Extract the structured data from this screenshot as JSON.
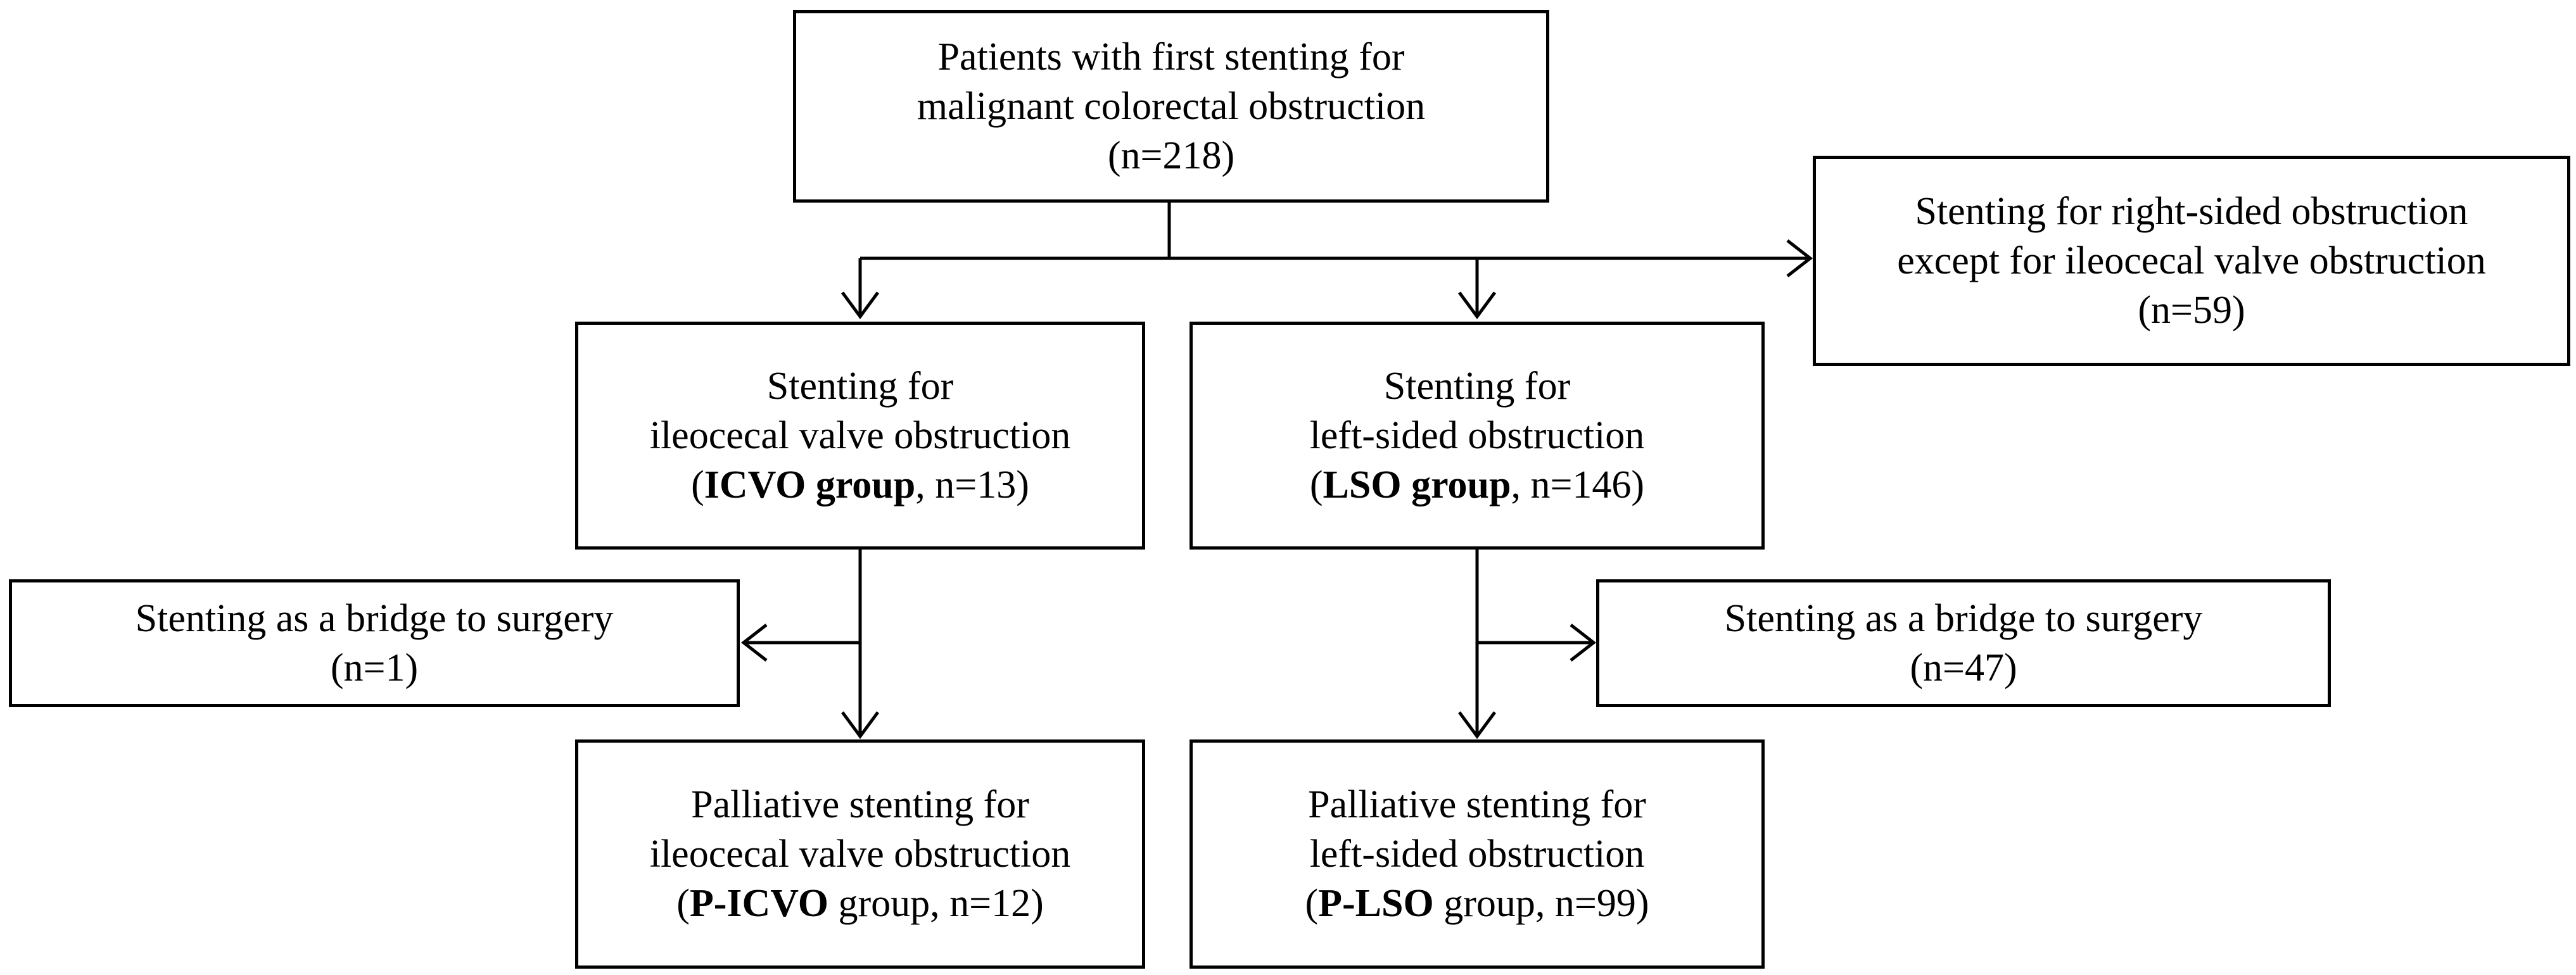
{
  "flowchart": {
    "start": {
      "line1": "Patients with first stenting for",
      "line2": "malignant colorectal obstruction",
      "line3": "(n=218)"
    },
    "right_sided": {
      "line1": "Stenting for right-sided obstruction",
      "line2": "except for ileocecal valve obstruction",
      "line3": "(n=59)"
    },
    "icvo": {
      "line1": "Stenting for",
      "line2": "ileocecal valve obstruction",
      "prefix": "(",
      "bold": "ICVO group",
      "suffix": ", n=13)"
    },
    "lso": {
      "line1": "Stenting for",
      "line2": "left-sided obstruction",
      "prefix": "(",
      "bold": "LSO group",
      "suffix": ", n=146)"
    },
    "icvo_bridge": {
      "line1": "Stenting as a bridge to surgery",
      "line2": "(n=1)"
    },
    "lso_bridge": {
      "line1": "Stenting as a bridge to surgery",
      "line2": "(n=47)"
    },
    "p_icvo": {
      "line1": "Palliative stenting for",
      "line2": "ileocecal valve obstruction",
      "prefix": "(",
      "bold": "P-ICVO",
      "suffix": " group, n=12)"
    },
    "p_lso": {
      "line1": "Palliative stenting for",
      "line2": "left-sided obstruction",
      "prefix": "(",
      "bold": "P-LSO",
      "suffix": " group, n=99)"
    }
  }
}
